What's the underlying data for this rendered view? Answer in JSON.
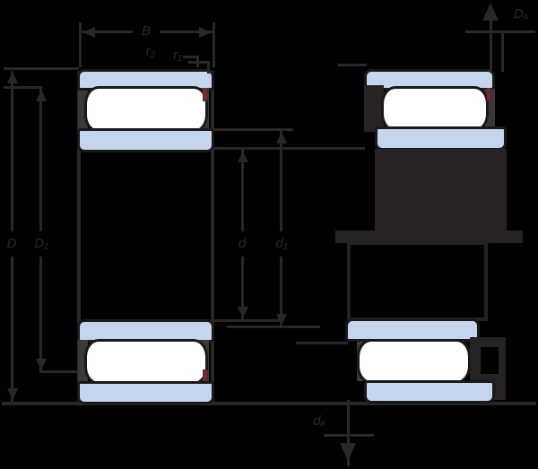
{
  "diagram": {
    "labels": {
      "width": "B",
      "outer_diameter": "D",
      "outer_land_diameter": "D₁",
      "bore_diameter": "d",
      "inner_shoulder_diameter": "d₁",
      "fillet_top": "r₂",
      "fillet_side": "r₁",
      "housing_abutment": "Dₐ",
      "shaft_abutment": "dₐ"
    },
    "colors": {
      "background": "#000000",
      "dimension_line": "#2b2627",
      "ring_fill": "#c6d5ee",
      "ring_outline": "#17191b",
      "roller_fill": "#ffffff",
      "cage": "#3e3738",
      "shaft_fill": "#272223",
      "accent_red": "#76292c"
    }
  }
}
